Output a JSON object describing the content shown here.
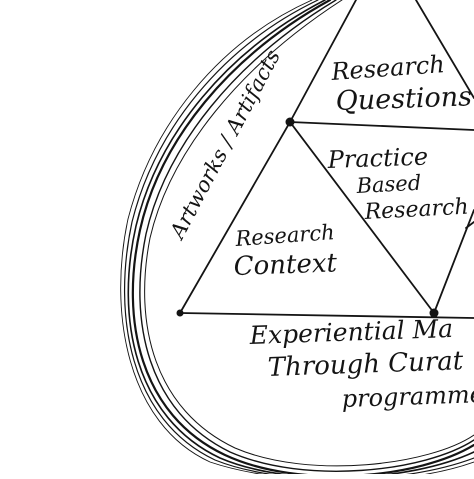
{
  "diagram": {
    "ink_color": "#141414",
    "paper_color": "#ffffff",
    "labels": {
      "research_questions": [
        "Research",
        "Questions"
      ],
      "practice_based_research": [
        "Practice",
        "Based",
        "Research"
      ],
      "research_context": [
        "Research",
        "Context"
      ],
      "artworks_artifacts": "Artworks / Artifacts",
      "experiential_mapping": [
        "Experiential Ma",
        "Through Curat",
        "programme"
      ]
    }
  }
}
